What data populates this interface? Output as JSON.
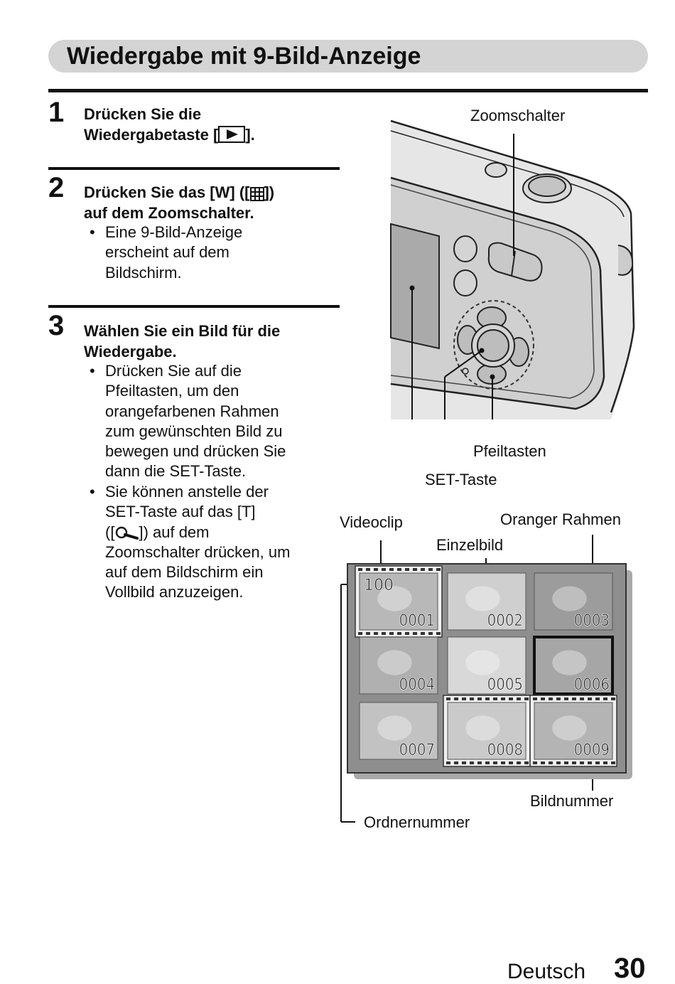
{
  "header": {
    "title": "Wiedergabe mit 9-Bild-Anzeige"
  },
  "steps": [
    {
      "number": "1",
      "line1": "Drücken Sie die",
      "line2_pre": "Wiedergabetaste [",
      "line2_post": "].",
      "icon": "play-icon"
    },
    {
      "number": "2",
      "line1_pre": "Drücken Sie das [W] ([",
      "line1_post": "])",
      "line2": "auf dem Zoomschalter.",
      "icon": "grid-index-icon",
      "bullets": [
        {
          "lines": [
            "Eine 9-Bild-Anzeige",
            "erscheint auf dem",
            "Bildschirm."
          ]
        }
      ]
    },
    {
      "number": "3",
      "line1": "Wählen Sie ein Bild für die",
      "line2": "Wiedergabe.",
      "icon": "magnifier-icon",
      "bullets": [
        {
          "lines": [
            "Drücken Sie auf die",
            "Pfeiltasten, um den",
            "orangefarbenen Rahmen",
            "zum gewünschten Bild zu",
            "bewegen und drücken Sie",
            "dann die SET-Taste."
          ]
        },
        {
          "lines": [
            "Sie können anstelle der",
            "SET-Taste auf das [T]"
          ],
          "line3_pre": "([",
          "line3_post": "]) auf dem",
          "rest": [
            "Zoomschalter drücken, um",
            "auf dem Bildschirm ein",
            "Vollbild anzuzeigen."
          ]
        }
      ]
    }
  ],
  "bullet_char": "•",
  "figure": {
    "labels": {
      "zoom": "Zoomschalter",
      "arrows": "Pfeiltasten",
      "set": "SET-Taste",
      "videoclip": "Videoclip",
      "frame": "Oranger Rahmen",
      "still": "Einzelbild",
      "image_number": "Bildnummer",
      "folder_number": "Ordnernummer"
    },
    "folder": "100",
    "thumbnails": [
      {
        "number": "0001",
        "video": true
      },
      {
        "number": "0002",
        "video": false
      },
      {
        "number": "0003",
        "video": false
      },
      {
        "number": "0004",
        "video": false
      },
      {
        "number": "0005",
        "video": false
      },
      {
        "number": "0006",
        "video": false,
        "selected": true
      },
      {
        "number": "0007",
        "video": false
      },
      {
        "number": "0008",
        "video": true
      },
      {
        "number": "0009",
        "video": true
      }
    ]
  },
  "footer": {
    "language": "Deutsch",
    "page": "30"
  }
}
